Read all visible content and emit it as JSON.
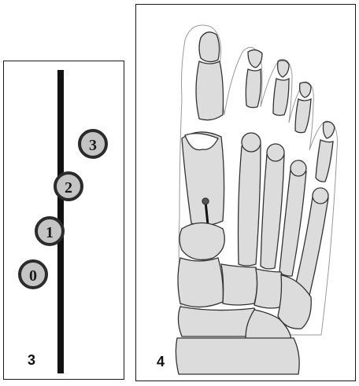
{
  "panel_3": {
    "label": "3",
    "markers": [
      {
        "label": "0"
      },
      {
        "label": "1"
      },
      {
        "label": "2"
      },
      {
        "label": "3"
      }
    ]
  },
  "panel_4": {
    "label": "4"
  },
  "colors": {
    "border": "#1a1a1a",
    "marker_fill": "#c4c4c4",
    "marker_ring": "#2b2b2b",
    "bone_fill": "#dcdcdc",
    "bone_outline": "#333333",
    "rod": "#111111"
  }
}
